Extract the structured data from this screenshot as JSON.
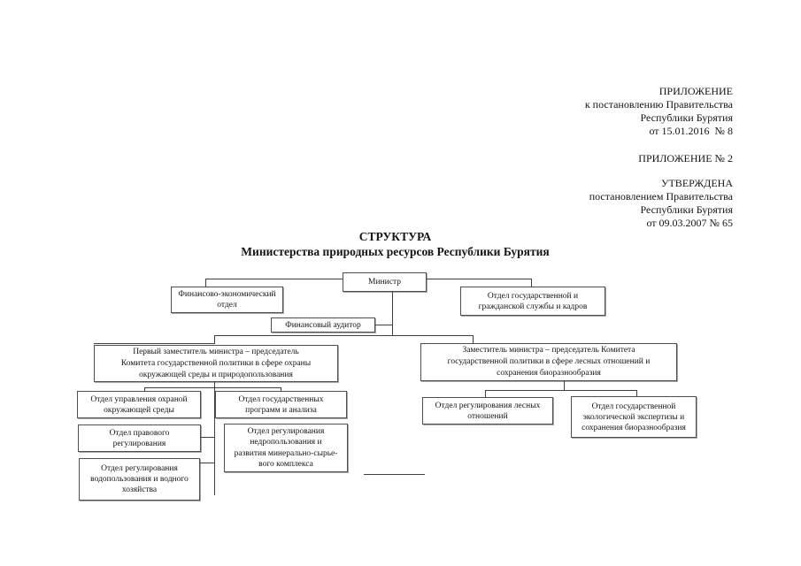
{
  "document": {
    "annex_blocks": [
      {
        "lines": [
          "ПРИЛОЖЕНИЕ",
          "к постановлению Правительства",
          "Республики Бурятия",
          "от 15.01.2016  № 8"
        ]
      },
      {
        "lines": [
          "ПРИЛОЖЕНИЕ № 2"
        ]
      },
      {
        "lines": [
          "УТВЕРЖДЕНА",
          "постановлением Правительства",
          "Республики Бурятия",
          "от 09.03.2007 № 65"
        ]
      }
    ],
    "title": {
      "line1": "СТРУКТУРА",
      "line2": "Министерства природных ресурсов Республики Бурятия"
    }
  },
  "org_chart": {
    "boxes": [
      {
        "id": "minister",
        "lines": [
          "Министр"
        ]
      },
      {
        "id": "finance-economic",
        "lines": [
          "Финансово-экономический",
          "отдел"
        ]
      },
      {
        "id": "civil-service",
        "lines": [
          "Отдел государственной и",
          "гражданской службы и кадров"
        ]
      },
      {
        "id": "financial-auditor",
        "lines": [
          "Финансовый аудитор"
        ]
      },
      {
        "id": "first-deputy",
        "lines": [
          "Первый заместитель министра – председатель",
          "Комитета государственной политики в сфере охраны",
          "окружающей среды и природопользования"
        ]
      },
      {
        "id": "deputy-forest",
        "lines": [
          "Заместитель министра – председатель Комитета",
          "государственной политики в сфере лесных отношений и",
          "сохранения биоразнообразия"
        ]
      },
      {
        "id": "env-protection",
        "lines": [
          "Отдел управления охраной",
          "окружающей среды"
        ]
      },
      {
        "id": "state-programs",
        "lines": [
          "Отдел государственных",
          "программ и анализа"
        ]
      },
      {
        "id": "legal",
        "lines": [
          "Отдел правового",
          "регулирования"
        ]
      },
      {
        "id": "subsoil",
        "lines": [
          "Отдел регулирования",
          "недропользования и",
          "развития минерально-сырье-",
          "вого комплекса"
        ]
      },
      {
        "id": "water",
        "lines": [
          "Отдел регулирования",
          "водопользования и водного",
          "хозяйства"
        ]
      },
      {
        "id": "forest-relations",
        "lines": [
          "Отдел регулирования лесных",
          "отношений"
        ]
      },
      {
        "id": "ecology-expertise",
        "lines": [
          "Отдел государственной",
          "экологической экспертизы и",
          "сохранения биоразнообразия"
        ]
      }
    ]
  }
}
